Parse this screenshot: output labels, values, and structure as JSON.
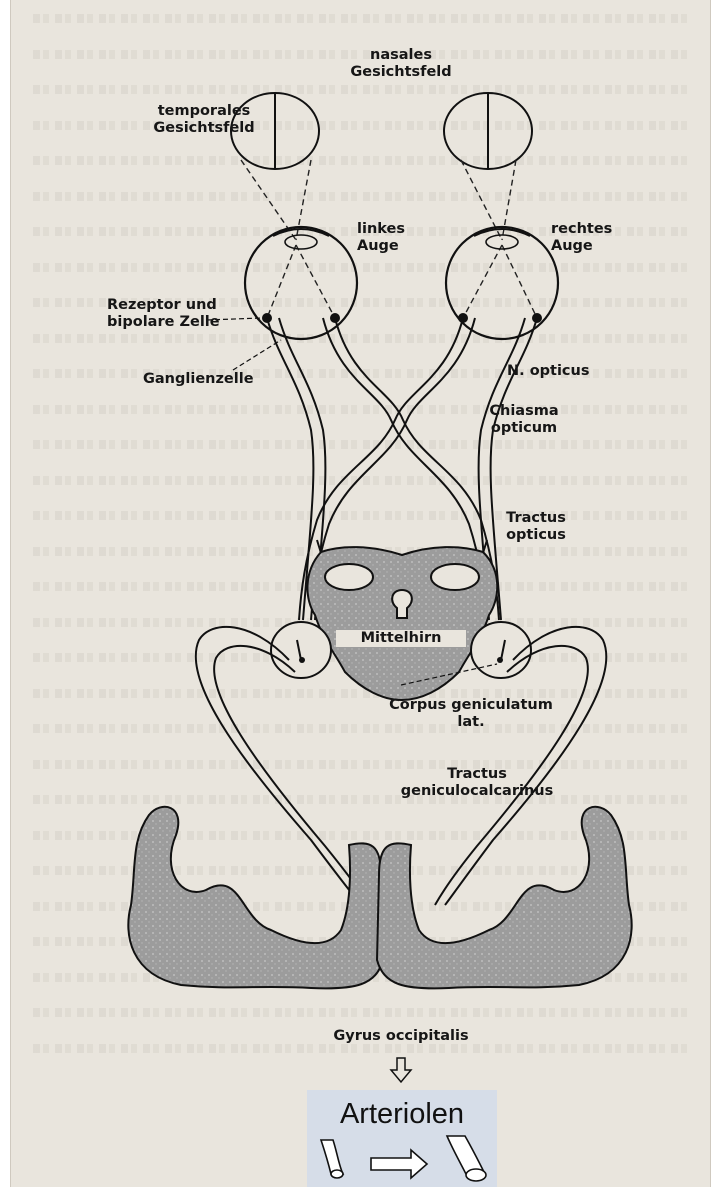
{
  "labels": {
    "nasal_field": "nasales\nGesichtsfeld",
    "temporal_field": "temporales\nGesichtsfeld",
    "left_eye": "linkes\nAuge",
    "right_eye": "rechtes\nAuge",
    "receptor": "Rezeptor und\nbipolare Zelle",
    "ganglion": "Ganglienzelle",
    "optic_nerve": "N. opticus",
    "chiasm": "Chiasma\nopticum",
    "optic_tract": "Tractus\nopticus",
    "midbrain": "Mittelhirn",
    "lgn": "Corpus geniculatum\nlat.",
    "geniculocalcarine": "Tractus\ngeniculocalcarinus",
    "occipital": "Gyrus occipitalis"
  },
  "bottom_panel": {
    "title": "Arteriolen",
    "background": "#d6dde8"
  },
  "colors": {
    "page": "#e9e5dd",
    "ink": "#161616",
    "cortex_fill": "#9a9a9a",
    "midbrain_fill": "#a9a9a9"
  },
  "icons": {
    "down_arrow": "hollow-down-arrow-icon",
    "right_arrow": "hollow-right-arrow-icon",
    "small_vessel": "narrow-arteriole-icon",
    "wide_vessel": "dilated-arteriole-icon"
  }
}
